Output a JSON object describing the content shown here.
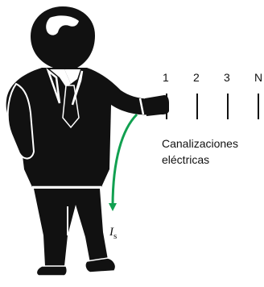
{
  "conductors": [
    {
      "label": "1"
    },
    {
      "label": "2"
    },
    {
      "label": "3"
    },
    {
      "label": "N"
    }
  ],
  "caption": {
    "line1": "Canalizaciones",
    "line2": "eléctricas"
  },
  "current": {
    "symbol": "I",
    "subscript": "s"
  },
  "colors": {
    "figure": "#111111",
    "arrow": "#11a050",
    "background": "#ffffff"
  }
}
